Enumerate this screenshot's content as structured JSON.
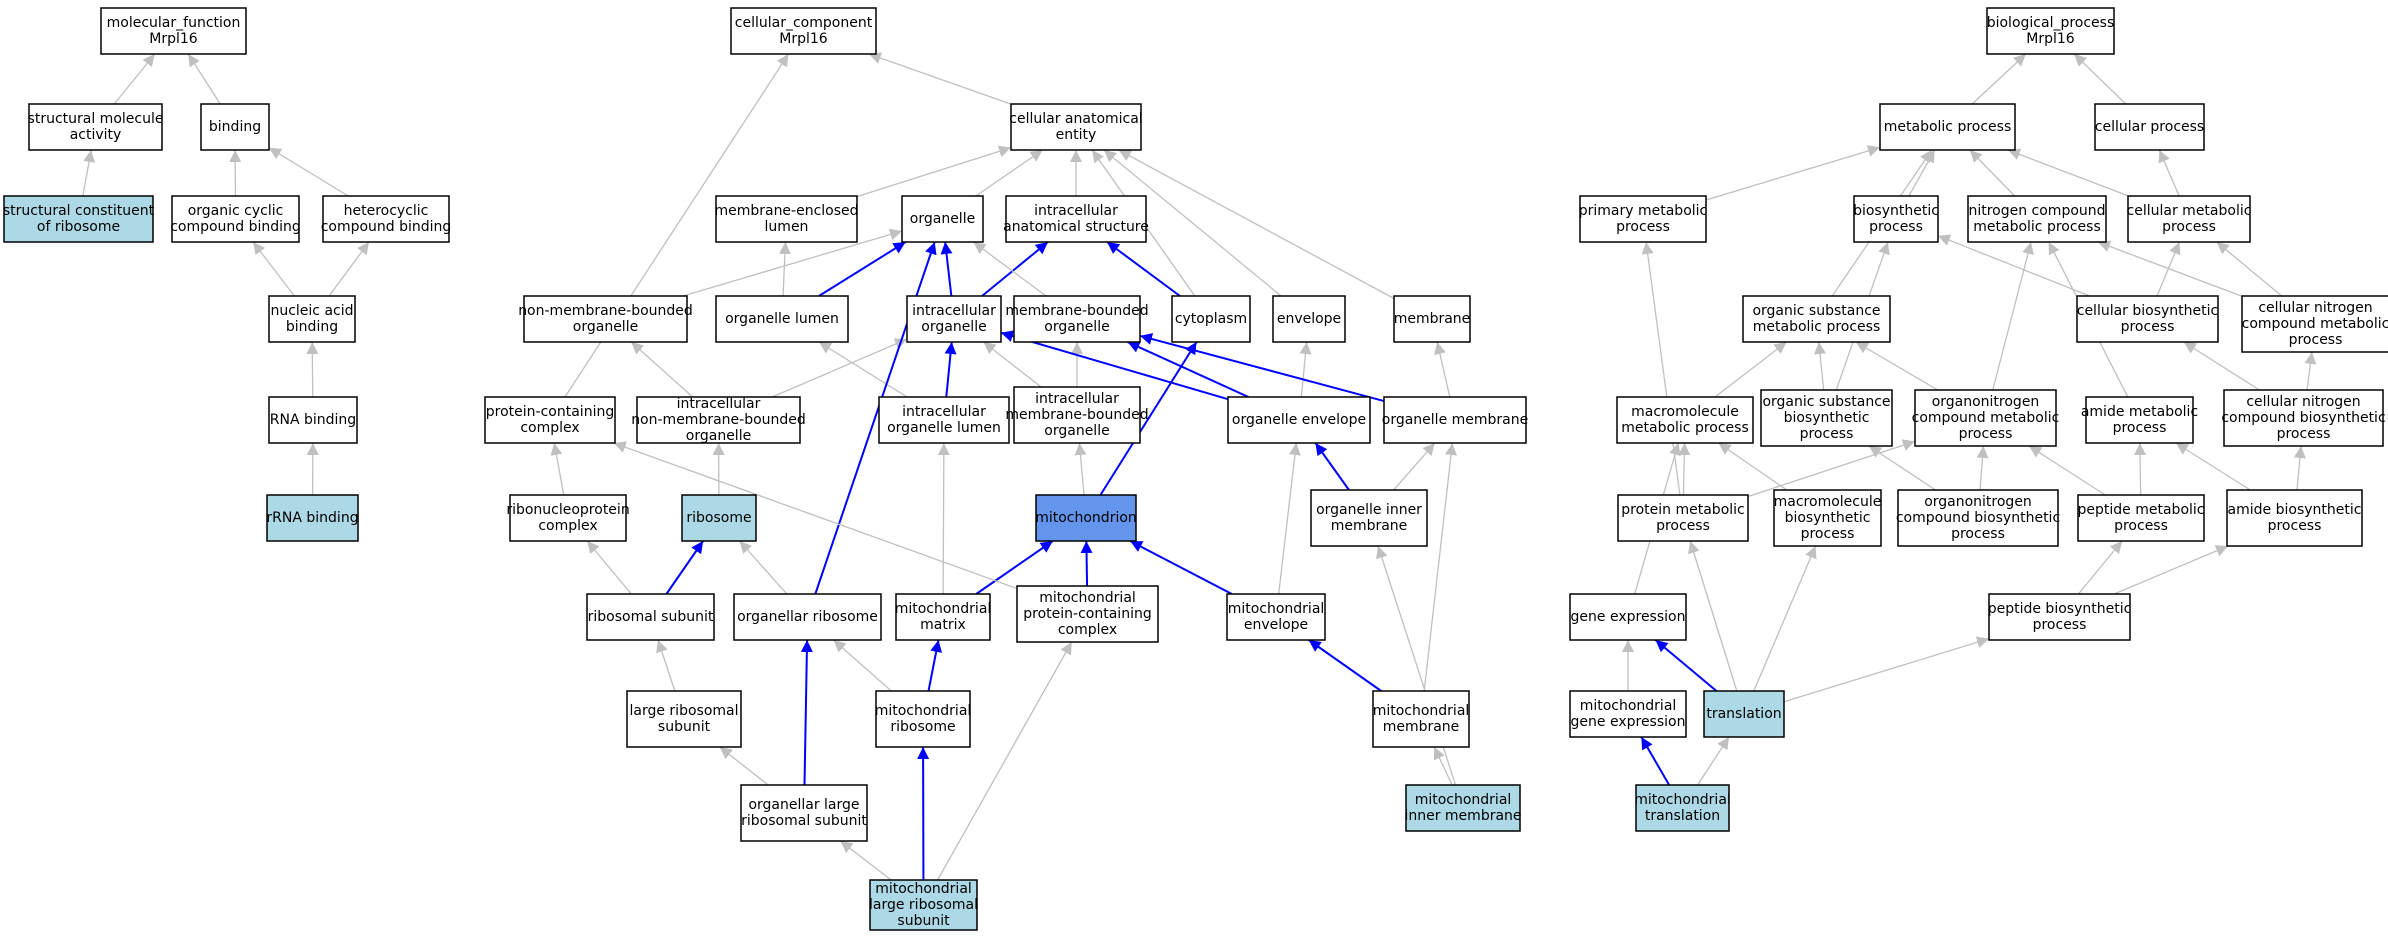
{
  "colors": {
    "node_fill": "#ffffff",
    "highlight_fill": "#add8e6",
    "focus_fill": "#6495ed",
    "edge_default": "#c0c0c0",
    "edge_highlight": "#0000ff"
  },
  "nodes": {
    "mf_root": {
      "lines": [
        "molecular_function",
        "Mrpl16"
      ],
      "style": "plain"
    },
    "struct_mol": {
      "lines": [
        "structural molecule",
        "activity"
      ],
      "style": "plain"
    },
    "binding": {
      "lines": [
        "binding"
      ],
      "style": "plain"
    },
    "struct_ribo": {
      "lines": [
        "structural constituent",
        "of ribosome"
      ],
      "style": "highlight"
    },
    "org_cyclic": {
      "lines": [
        "organic cyclic",
        "compound binding"
      ],
      "style": "plain"
    },
    "hetero": {
      "lines": [
        "heterocyclic",
        "compound binding"
      ],
      "style": "plain"
    },
    "nucleic": {
      "lines": [
        "nucleic acid",
        "binding"
      ],
      "style": "plain"
    },
    "rna_bind": {
      "lines": [
        "RNA binding"
      ],
      "style": "plain"
    },
    "rrna": {
      "lines": [
        "rRNA binding"
      ],
      "style": "highlight"
    },
    "cc_root": {
      "lines": [
        "cellular_component",
        "Mrpl16"
      ],
      "style": "plain"
    },
    "cae": {
      "lines": [
        "cellular anatomical",
        "entity"
      ],
      "style": "plain"
    },
    "mem_encl": {
      "lines": [
        "membrane-enclosed",
        "lumen"
      ],
      "style": "plain"
    },
    "organelle": {
      "lines": [
        "organelle"
      ],
      "style": "plain"
    },
    "ias": {
      "lines": [
        "intracellular",
        "anatomical structure"
      ],
      "style": "plain"
    },
    "nmbo": {
      "lines": [
        "non-membrane-bounded",
        "organelle"
      ],
      "style": "plain"
    },
    "org_lumen": {
      "lines": [
        "organelle lumen"
      ],
      "style": "plain"
    },
    "intra_org": {
      "lines": [
        "intracellular",
        "organelle"
      ],
      "style": "plain"
    },
    "mbo": {
      "lines": [
        "membrane-bounded",
        "organelle"
      ],
      "style": "plain"
    },
    "cytoplasm": {
      "lines": [
        "cytoplasm"
      ],
      "style": "plain"
    },
    "envelope": {
      "lines": [
        "envelope"
      ],
      "style": "plain"
    },
    "membrane": {
      "lines": [
        "membrane"
      ],
      "style": "plain"
    },
    "pcc": {
      "lines": [
        "protein-containing",
        "complex"
      ],
      "style": "plain"
    },
    "inmbo": {
      "lines": [
        "intracellular",
        "non-membrane-bounded",
        "organelle"
      ],
      "style": "plain"
    },
    "iol": {
      "lines": [
        "intracellular",
        "organelle lumen"
      ],
      "style": "plain"
    },
    "imbo": {
      "lines": [
        "intracellular",
        "membrane-bounded",
        "organelle"
      ],
      "style": "plain"
    },
    "org_env": {
      "lines": [
        "organelle envelope"
      ],
      "style": "plain"
    },
    "org_mem": {
      "lines": [
        "organelle membrane"
      ],
      "style": "plain"
    },
    "rnp": {
      "lines": [
        "ribonucleoprotein",
        "complex"
      ],
      "style": "plain"
    },
    "ribosome": {
      "lines": [
        "ribosome"
      ],
      "style": "highlight"
    },
    "mito": {
      "lines": [
        "mitochondrion"
      ],
      "style": "focus"
    },
    "oim": {
      "lines": [
        "organelle inner",
        "membrane"
      ],
      "style": "plain"
    },
    "ribo_sub": {
      "lines": [
        "ribosomal subunit"
      ],
      "style": "plain"
    },
    "org_ribo": {
      "lines": [
        "organellar ribosome"
      ],
      "style": "plain"
    },
    "mito_matrix": {
      "lines": [
        "mitochondrial",
        "matrix"
      ],
      "style": "plain"
    },
    "mito_pcc": {
      "lines": [
        "mitochondrial",
        "protein-containing",
        "complex"
      ],
      "style": "plain"
    },
    "mito_env": {
      "lines": [
        "mitochondrial",
        "envelope"
      ],
      "style": "plain"
    },
    "lrs": {
      "lines": [
        "large ribosomal",
        "subunit"
      ],
      "style": "plain"
    },
    "mito_ribo": {
      "lines": [
        "mitochondrial",
        "ribosome"
      ],
      "style": "plain"
    },
    "mito_mem": {
      "lines": [
        "mitochondrial",
        "membrane"
      ],
      "style": "plain"
    },
    "olrs": {
      "lines": [
        "organellar large",
        "ribosomal subunit"
      ],
      "style": "plain"
    },
    "mim": {
      "lines": [
        "mitochondrial",
        "inner membrane"
      ],
      "style": "highlight"
    },
    "mlrs": {
      "lines": [
        "mitochondrial",
        "large ribosomal",
        "subunit"
      ],
      "style": "highlight"
    },
    "bp_root": {
      "lines": [
        "biological_process",
        "Mrpl16"
      ],
      "style": "plain"
    },
    "met_proc": {
      "lines": [
        "metabolic process"
      ],
      "style": "plain"
    },
    "cell_proc": {
      "lines": [
        "cellular process"
      ],
      "style": "plain"
    },
    "prim_met": {
      "lines": [
        "primary metabolic",
        "process"
      ],
      "style": "plain"
    },
    "biosyn": {
      "lines": [
        "biosynthetic",
        "process"
      ],
      "style": "plain"
    },
    "ncmp": {
      "lines": [
        "nitrogen compound",
        "metabolic process"
      ],
      "style": "plain"
    },
    "cell_met": {
      "lines": [
        "cellular metabolic",
        "process"
      ],
      "style": "plain"
    },
    "osmp": {
      "lines": [
        "organic substance",
        "metabolic process"
      ],
      "style": "plain"
    },
    "cbp": {
      "lines": [
        "cellular biosynthetic",
        "process"
      ],
      "style": "plain"
    },
    "cncmp": {
      "lines": [
        "cellular nitrogen",
        "compound metabolic",
        "process"
      ],
      "style": "plain"
    },
    "mmp": {
      "lines": [
        "macromolecule",
        "metabolic process"
      ],
      "style": "plain"
    },
    "osbp": {
      "lines": [
        "organic substance",
        "biosynthetic",
        "process"
      ],
      "style": "plain"
    },
    "oncmp": {
      "lines": [
        "organonitrogen",
        "compound metabolic",
        "process"
      ],
      "style": "plain"
    },
    "amp": {
      "lines": [
        "amide metabolic",
        "process"
      ],
      "style": "plain"
    },
    "cncbp": {
      "lines": [
        "cellular nitrogen",
        "compound biosynthetic",
        "process"
      ],
      "style": "plain"
    },
    "pmp": {
      "lines": [
        "protein metabolic",
        "process"
      ],
      "style": "plain"
    },
    "mbp": {
      "lines": [
        "macromolecule",
        "biosynthetic",
        "process"
      ],
      "style": "plain"
    },
    "oncbp": {
      "lines": [
        "organonitrogen",
        "compound biosynthetic",
        "process"
      ],
      "style": "plain"
    },
    "pepmp": {
      "lines": [
        "peptide metabolic",
        "process"
      ],
      "style": "plain"
    },
    "abp": {
      "lines": [
        "amide biosynthetic",
        "process"
      ],
      "style": "plain"
    },
    "gene_exp": {
      "lines": [
        "gene expression"
      ],
      "style": "plain"
    },
    "pbp": {
      "lines": [
        "peptide biosynthetic",
        "process"
      ],
      "style": "plain"
    },
    "mge": {
      "lines": [
        "mitochondrial",
        "gene expression"
      ],
      "style": "plain"
    },
    "translation": {
      "lines": [
        "translation"
      ],
      "style": "highlight"
    },
    "mtrans": {
      "lines": [
        "mitochondrial",
        "translation"
      ],
      "style": "highlight"
    }
  },
  "edges": [
    [
      "struct_mol",
      "mf_root",
      "default"
    ],
    [
      "binding",
      "mf_root",
      "default"
    ],
    [
      "struct_ribo",
      "struct_mol",
      "default"
    ],
    [
      "org_cyclic",
      "binding",
      "default"
    ],
    [
      "hetero",
      "binding",
      "default"
    ],
    [
      "nucleic",
      "org_cyclic",
      "default"
    ],
    [
      "nucleic",
      "hetero",
      "default"
    ],
    [
      "rna_bind",
      "nucleic",
      "default"
    ],
    [
      "rrna",
      "rna_bind",
      "default"
    ],
    [
      "cae",
      "cc_root",
      "default"
    ],
    [
      "pcc",
      "cc_root",
      "default"
    ],
    [
      "mem_encl",
      "cae",
      "default"
    ],
    [
      "organelle",
      "cae",
      "default"
    ],
    [
      "ias",
      "cae",
      "default"
    ],
    [
      "cytoplasm",
      "cae",
      "default"
    ],
    [
      "envelope",
      "cae",
      "default"
    ],
    [
      "membrane",
      "cae",
      "default"
    ],
    [
      "nmbo",
      "organelle",
      "default"
    ],
    [
      "org_lumen",
      "organelle",
      "highlight"
    ],
    [
      "org_lumen",
      "mem_encl",
      "default"
    ],
    [
      "intra_org",
      "organelle",
      "highlight"
    ],
    [
      "intra_org",
      "ias",
      "highlight"
    ],
    [
      "mbo",
      "organelle",
      "default"
    ],
    [
      "cytoplasm",
      "ias",
      "highlight"
    ],
    [
      "inmbo",
      "nmbo",
      "default"
    ],
    [
      "inmbo",
      "intra_org",
      "default"
    ],
    [
      "iol",
      "intra_org",
      "highlight"
    ],
    [
      "iol",
      "org_lumen",
      "default"
    ],
    [
      "imbo",
      "intra_org",
      "default"
    ],
    [
      "imbo",
      "mbo",
      "default"
    ],
    [
      "org_env",
      "intra_org",
      "highlight"
    ],
    [
      "org_env",
      "mbo",
      "highlight"
    ],
    [
      "org_env",
      "envelope",
      "default"
    ],
    [
      "org_mem",
      "mbo",
      "highlight"
    ],
    [
      "org_mem",
      "membrane",
      "default"
    ],
    [
      "rnp",
      "pcc",
      "default"
    ],
    [
      "ribosome",
      "inmbo",
      "default"
    ],
    [
      "mito",
      "imbo",
      "default"
    ],
    [
      "mito",
      "cytoplasm",
      "highlight"
    ],
    [
      "oim",
      "org_env",
      "highlight"
    ],
    [
      "oim",
      "org_mem",
      "default"
    ],
    [
      "ribo_sub",
      "rnp",
      "default"
    ],
    [
      "ribo_sub",
      "ribosome",
      "highlight"
    ],
    [
      "org_ribo",
      "ribosome",
      "default"
    ],
    [
      "org_ribo",
      "organelle",
      "highlight"
    ],
    [
      "mito_matrix",
      "mito",
      "highlight"
    ],
    [
      "mito_matrix",
      "iol",
      "default"
    ],
    [
      "mito_pcc",
      "mito",
      "highlight"
    ],
    [
      "mito_pcc",
      "pcc",
      "default"
    ],
    [
      "mito_env",
      "mito",
      "highlight"
    ],
    [
      "mito_env",
      "org_env",
      "default"
    ],
    [
      "lrs",
      "ribo_sub",
      "default"
    ],
    [
      "mito_ribo",
      "mito_matrix",
      "highlight"
    ],
    [
      "mito_ribo",
      "org_ribo",
      "default"
    ],
    [
      "mito_mem",
      "mito_env",
      "highlight"
    ],
    [
      "mito_mem",
      "org_mem",
      "default"
    ],
    [
      "olrs",
      "org_ribo",
      "highlight"
    ],
    [
      "olrs",
      "lrs",
      "default"
    ],
    [
      "mim",
      "mito_mem",
      "default"
    ],
    [
      "mim",
      "oim",
      "default"
    ],
    [
      "mlrs",
      "olrs",
      "default"
    ],
    [
      "mlrs",
      "mito_ribo",
      "highlight"
    ],
    [
      "mlrs",
      "mito_pcc",
      "default"
    ],
    [
      "met_proc",
      "bp_root",
      "default"
    ],
    [
      "cell_proc",
      "bp_root",
      "default"
    ],
    [
      "prim_met",
      "met_proc",
      "default"
    ],
    [
      "biosyn",
      "met_proc",
      "default"
    ],
    [
      "ncmp",
      "met_proc",
      "default"
    ],
    [
      "cell_met",
      "met_proc",
      "default"
    ],
    [
      "cell_met",
      "cell_proc",
      "default"
    ],
    [
      "osmp",
      "met_proc",
      "default"
    ],
    [
      "cbp",
      "biosyn",
      "default"
    ],
    [
      "cbp",
      "cell_met",
      "default"
    ],
    [
      "cncmp",
      "ncmp",
      "default"
    ],
    [
      "cncmp",
      "cell_met",
      "default"
    ],
    [
      "mmp",
      "osmp",
      "default"
    ],
    [
      "osbp",
      "osmp",
      "default"
    ],
    [
      "osbp",
      "biosyn",
      "default"
    ],
    [
      "oncmp",
      "osmp",
      "default"
    ],
    [
      "oncmp",
      "ncmp",
      "default"
    ],
    [
      "amp",
      "ncmp",
      "default"
    ],
    [
      "cncbp",
      "cbp",
      "default"
    ],
    [
      "cncbp",
      "cncmp",
      "default"
    ],
    [
      "pmp",
      "mmp",
      "default"
    ],
    [
      "pmp",
      "prim_met",
      "default"
    ],
    [
      "pmp",
      "oncmp",
      "default"
    ],
    [
      "mbp",
      "mmp",
      "default"
    ],
    [
      "oncbp",
      "oncmp",
      "default"
    ],
    [
      "oncbp",
      "osbp",
      "default"
    ],
    [
      "pepmp",
      "oncmp",
      "default"
    ],
    [
      "pepmp",
      "amp",
      "default"
    ],
    [
      "abp",
      "amp",
      "default"
    ],
    [
      "abp",
      "cncbp",
      "default"
    ],
    [
      "gene_exp",
      "mmp",
      "default"
    ],
    [
      "pbp",
      "pepmp",
      "default"
    ],
    [
      "pbp",
      "abp",
      "default"
    ],
    [
      "mge",
      "gene_exp",
      "default"
    ],
    [
      "translation",
      "gene_exp",
      "highlight"
    ],
    [
      "translation",
      "pmp",
      "default"
    ],
    [
      "translation",
      "mbp",
      "default"
    ],
    [
      "translation",
      "pbp",
      "default"
    ],
    [
      "mtrans",
      "mge",
      "highlight"
    ],
    [
      "mtrans",
      "translation",
      "default"
    ]
  ]
}
